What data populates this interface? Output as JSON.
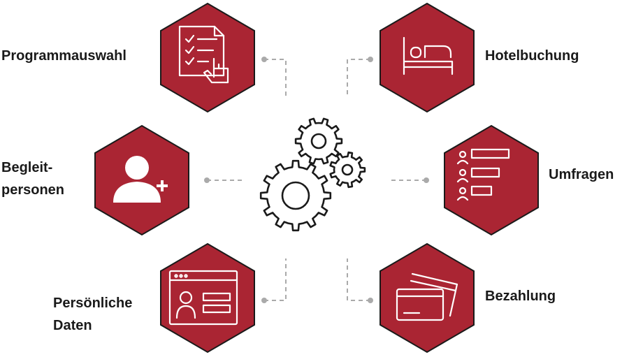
{
  "colors": {
    "hexagon_fill": "#AA2533",
    "hexagon_border": "#1A1A1A",
    "icon_stroke": "#FFFFFF",
    "connector": "#AAAAAA",
    "gear_stroke": "#1A1A1A",
    "text": "#1A1A1A"
  },
  "center": {
    "icon": "gears-icon"
  },
  "features": [
    {
      "id": "programmauswahl",
      "icon": "checklist-document-icon",
      "label_lines": [
        "Programmauswahl"
      ]
    },
    {
      "id": "hotelbuchung",
      "icon": "bed-icon",
      "label_lines": [
        "Hotelbuchung"
      ]
    },
    {
      "id": "begleitpersonen",
      "icon": "add-user-icon",
      "label_lines": [
        "Begleit-",
        "personen"
      ]
    },
    {
      "id": "umfragen",
      "icon": "survey-icon",
      "label_lines": [
        "Umfragen"
      ]
    },
    {
      "id": "persoenliche-daten",
      "icon": "profile-window-icon",
      "label_lines": [
        "Persönliche",
        "Daten"
      ]
    },
    {
      "id": "bezahlung",
      "icon": "credit-cards-icon",
      "label_lines": [
        "Bezahlung"
      ]
    }
  ]
}
